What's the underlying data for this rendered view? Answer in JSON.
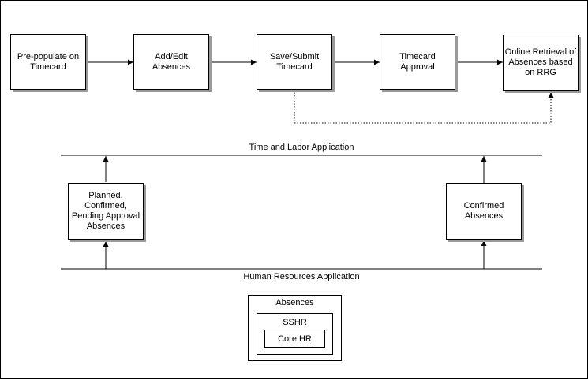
{
  "process": {
    "prepopulate": "Pre-populate on\nTimecard",
    "add_edit": "Add/Edit\nAbsences",
    "save_submit": "Save/Submit\nTimecard",
    "approval": "Timecard\nApproval",
    "retrieval": "Online Retrieval of\nAbsences based\non RRG"
  },
  "time_labor": {
    "title": "Time and Labor Application",
    "left_box": "Planned,\nConfirmed,\nPending Approval\nAbsences",
    "right_box": "Confirmed\nAbsences"
  },
  "hr": {
    "title": "Human Resources Application",
    "outer": "Absences",
    "middle": "SSHR",
    "inner": "Core HR"
  }
}
